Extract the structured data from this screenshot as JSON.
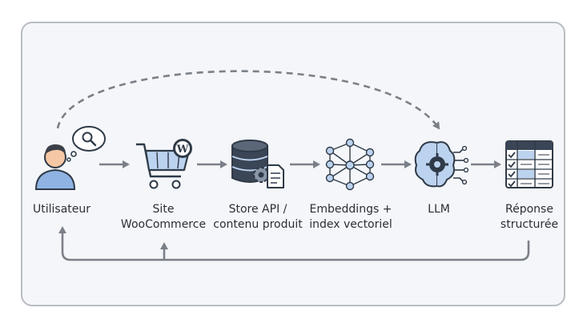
{
  "nodes": [
    {
      "id": "user",
      "label_lines": [
        "Utilisateur"
      ],
      "icon": "user-search-icon"
    },
    {
      "id": "woo",
      "label_lines": [
        "Site",
        "WooCommerce"
      ],
      "icon": "shopping-cart-wordpress-icon"
    },
    {
      "id": "store",
      "label_lines": [
        "Store API /",
        "contenu produit"
      ],
      "icon": "database-gear-document-icon"
    },
    {
      "id": "emb",
      "label_lines": [
        "Embeddings +",
        "index vectoriel"
      ],
      "icon": "neural-network-icon"
    },
    {
      "id": "llm",
      "label_lines": [
        "LLM"
      ],
      "icon": "brain-gear-icon"
    },
    {
      "id": "resp",
      "label_lines": [
        "Réponse",
        "structurée"
      ],
      "icon": "table-checklist-icon"
    }
  ],
  "colors": {
    "panel_bg": "#f4f6f9",
    "panel_border": "#b9bdc3",
    "arrow": "#7b8088",
    "icon_fill": "#bcd3ef",
    "icon_stroke": "#2f3a48",
    "skin": "#f6c7a4",
    "shirt": "#8fb4e3"
  }
}
